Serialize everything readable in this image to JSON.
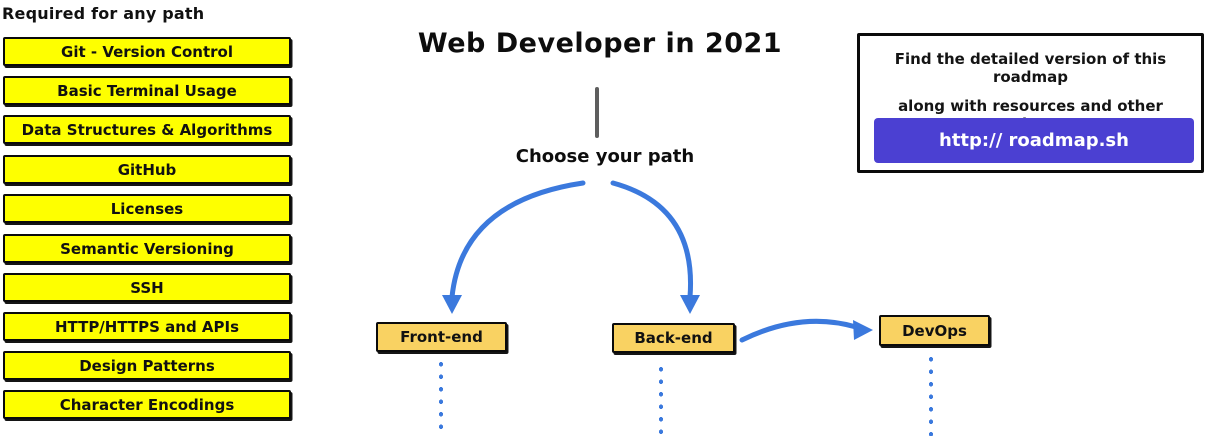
{
  "sidebar": {
    "title": "Required for any path",
    "items": [
      {
        "label": "Git - Version Control"
      },
      {
        "label": "Basic Terminal Usage"
      },
      {
        "label": "Data Structures & Algorithms"
      },
      {
        "label": "GitHub"
      },
      {
        "label": "Licenses"
      },
      {
        "label": "Semantic Versioning"
      },
      {
        "label": "SSH"
      },
      {
        "label": "HTTP/HTTPS and APIs"
      },
      {
        "label": "Design Patterns"
      },
      {
        "label": "Character Encodings"
      }
    ]
  },
  "header": {
    "title": "Web Developer in 2021"
  },
  "center": {
    "choose_label": "Choose your path",
    "paths": [
      {
        "label": "Front-end"
      },
      {
        "label": "Back-end"
      },
      {
        "label": "DevOps"
      }
    ]
  },
  "info_box": {
    "line1": "Find the detailed version of this roadmap",
    "line2": "along with resources and other roadmaps",
    "button_label": "http:// roadmap.sh"
  },
  "colors": {
    "topic_yellow": "#FEFF00",
    "path_amber": "#F9D262",
    "arrow_blue": "#3B79DD",
    "button_purple": "#4B40D2",
    "divider_gray": "#5E5E5E",
    "text_black": "#111111"
  }
}
